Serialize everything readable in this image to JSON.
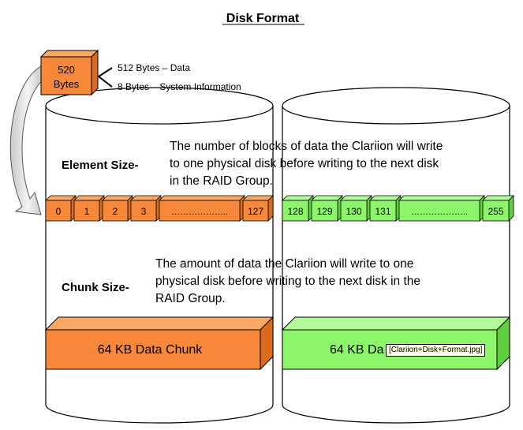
{
  "title": "Disk Format",
  "sector": {
    "size": "520",
    "unit": "Bytes",
    "data_part": "512 Bytes – Data",
    "system_part": "8 Bytes – System Information"
  },
  "element_size": {
    "label": "Element Size-",
    "lines": [
      "The number of blocks of data the Clariion will write",
      "to one physical disk before writing to the next disk",
      "in the RAID Group."
    ]
  },
  "chunk_size": {
    "label": "Chunk Size-",
    "lines": [
      "The amount of data the Clariion will write to one",
      "physical disk before writing to the next disk in the",
      "RAID Group."
    ]
  },
  "disk1": {
    "blocks": [
      "0",
      "1",
      "2",
      "3",
      "………………..",
      "127"
    ],
    "chunk_label": "64 KB Data Chunk"
  },
  "disk2": {
    "blocks": [
      "128",
      "129",
      "130",
      "131",
      "………………..",
      "255"
    ],
    "chunk_label": "64 KB Da"
  },
  "tooltip": "[Clariion+Disk+Format.jpg]",
  "colors": {
    "orange": "#f7883a",
    "orange_side": "#d96a1e",
    "orange_top": "#f9a868",
    "green": "#8cf56a",
    "green_side": "#60cf3f",
    "green_top": "#b2f99a"
  }
}
